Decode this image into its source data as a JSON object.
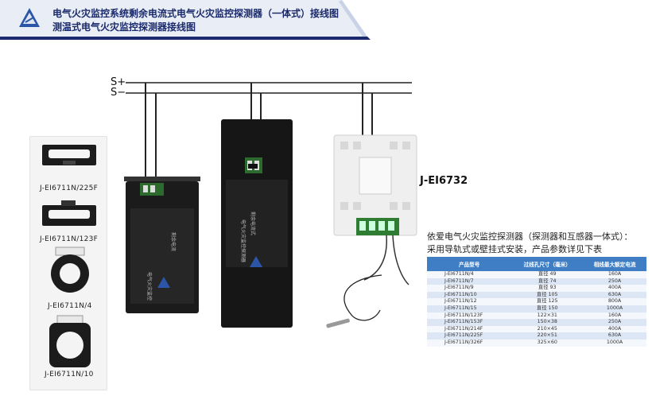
{
  "header": {
    "title_line1": "电气火灾监控系统剩余电流式电气火灾监控探测器（一体式）接线图",
    "title_line2": "测温式电气火灾监控探测器接线图"
  },
  "bus": {
    "pos_label": "S+",
    "neg_label": "S−"
  },
  "transformers": [
    {
      "label": "J-EI6711N/225F"
    },
    {
      "label": "J-EI6711N/123F"
    },
    {
      "label": "J-EI6711N/4"
    },
    {
      "label": "J-EI6711N/10"
    }
  ],
  "temp_detector": {
    "model": "J-EI6732"
  },
  "description": {
    "line1": "依爱电气火灾监控探测器（探测器和互感器一体式）：",
    "line2": "采用导轨式或壁挂式安装，产品参数详见下表"
  },
  "table": {
    "headers": [
      "产品型号",
      "过线孔尺寸（毫米）",
      "相线最大额定电流"
    ],
    "rows": [
      [
        "J-EI6711N/4",
        "直径 49",
        "160A"
      ],
      [
        "J-EI6711N/7",
        "直径 74",
        "250A"
      ],
      [
        "J-EI6711N/9",
        "直径 93",
        "400A"
      ],
      [
        "J-EI6711N/10",
        "直径 105",
        "630A"
      ],
      [
        "J-EI6711N/12",
        "直径 125",
        "800A"
      ],
      [
        "J-EI6711N/15",
        "直径 150",
        "1000A"
      ],
      [
        "J-EI6711N/123F",
        "122×31",
        "160A"
      ],
      [
        "J-EI6711N/153F",
        "150×38",
        "250A"
      ],
      [
        "J-EI6711N/214F",
        "210×45",
        "400A"
      ],
      [
        "J-EI6711N/225F",
        "220×51",
        "630A"
      ],
      [
        "J-EI6711N/326F",
        "325×60",
        "1000A"
      ]
    ]
  },
  "colors": {
    "header_blue": "#1a2a6c",
    "table_header": "#3f7ec4",
    "device_black": "#1b1b1b"
  }
}
